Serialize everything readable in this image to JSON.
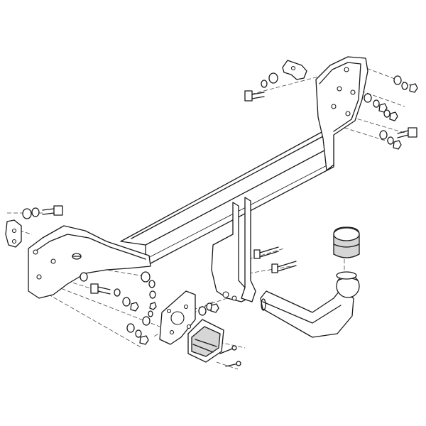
{
  "diagram": {
    "kind": "exploded-assembly",
    "subject": "tow bar",
    "parts": [
      {
        "id": "crossbar",
        "icon": "crossbar-tube"
      },
      {
        "id": "left-bracket",
        "icon": "mounting-plate"
      },
      {
        "id": "right-bracket",
        "icon": "mounting-plate"
      },
      {
        "id": "neck-plates",
        "icon": "mounting-plate"
      },
      {
        "id": "ball-arm",
        "icon": "tow-ball-neck"
      },
      {
        "id": "ball-cap",
        "icon": "protective-cap"
      },
      {
        "id": "socket-plate",
        "icon": "electrical-socket-plate"
      },
      {
        "id": "socket",
        "icon": "electrical-socket"
      },
      {
        "id": "fasteners",
        "icon": "bolts-washers-nuts"
      }
    ],
    "colors": {
      "line": "#1a1a1a",
      "cap": "#d6d6d6",
      "background": "#ffffff"
    }
  }
}
